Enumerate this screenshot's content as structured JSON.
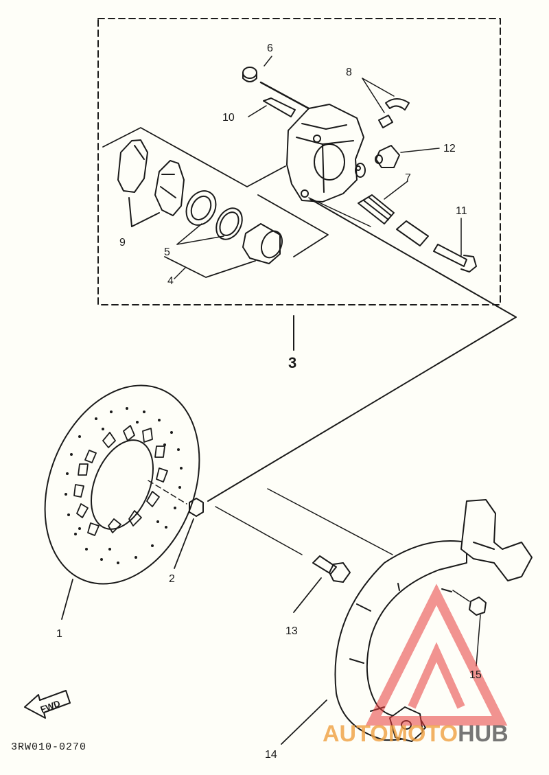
{
  "callouts": {
    "c1": "1",
    "c2": "2",
    "c3": "3",
    "c4": "4",
    "c5": "5",
    "c6": "6",
    "c7": "7",
    "c8": "8",
    "c9": "9",
    "c10": "10",
    "c11": "11",
    "c12": "12",
    "c13": "13",
    "c14": "14",
    "c15": "15"
  },
  "fwd_label": "FWD",
  "diagram_code": "3RW010-0270",
  "watermark": {
    "part1": "AUTOMOTO",
    "part2": "HUB",
    "color1": "#f0a040",
    "color2": "#555555",
    "logo_color": "#e83c3c"
  },
  "colors": {
    "ink": "#1a1a1a",
    "paper": "#fefef8"
  }
}
